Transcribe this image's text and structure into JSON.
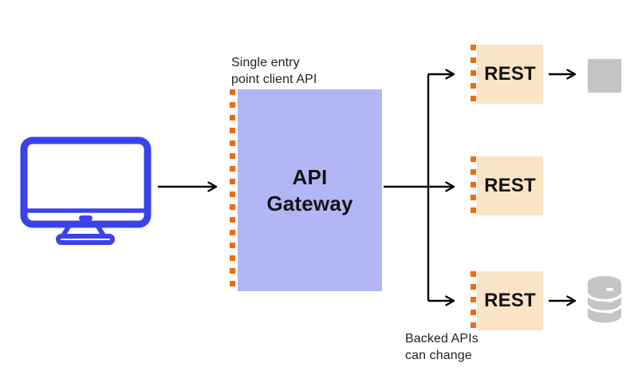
{
  "colors": {
    "accent_orange": "#ed6c0d",
    "gateway_fill": "#b3b6f5",
    "rest_fill": "#fbe4c6",
    "client_blue": "#3b42eb",
    "endpoint_gray": "#c5c5c5",
    "text_dark": "#222222",
    "connector_black": "#000000"
  },
  "labels": {
    "gateway_annotation": {
      "line1": "Single entry",
      "line2": "point client API"
    },
    "backend_annotation": {
      "line1": "Backed APIs",
      "line2": "can change"
    }
  },
  "gateway": {
    "name": {
      "line1": "API",
      "line2": "Gateway"
    }
  },
  "services": [
    {
      "label": "REST"
    },
    {
      "label": "REST"
    },
    {
      "label": "REST"
    }
  ],
  "icons": {
    "client": "monitor-icon",
    "endpoint_top": "square-icon",
    "endpoint_bottom": "database-icon"
  }
}
